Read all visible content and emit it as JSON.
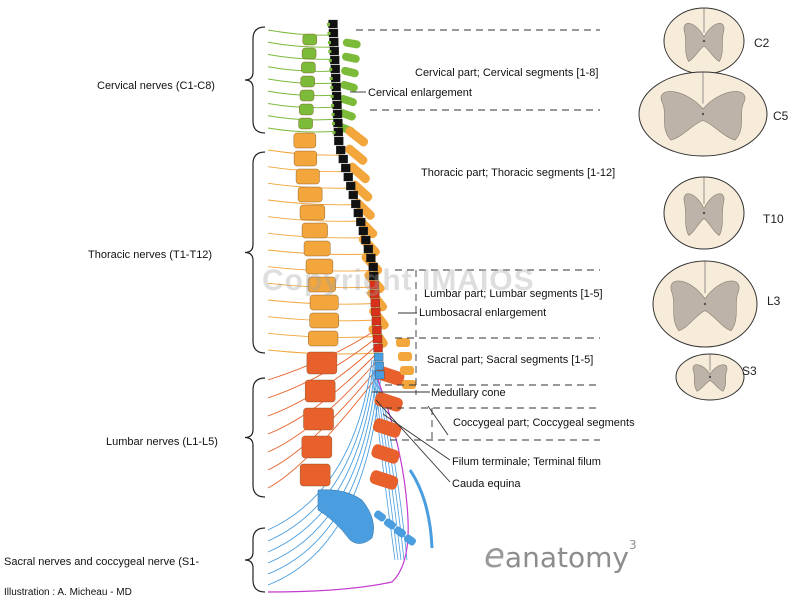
{
  "nerve_groups": [
    {
      "key": "cervical",
      "label": "Cervical nerves (C1-C8)"
    },
    {
      "key": "thoracic",
      "label": "Thoracic nerves (T1-T12)"
    },
    {
      "key": "lumbar",
      "label": "Lumbar nerves (L1-L5)"
    },
    {
      "key": "sacral",
      "label": "Sacral nerves and coccygeal nerve (S1-"
    }
  ],
  "annotations": [
    {
      "key": "cervical_part",
      "label": "Cervical part; Cervical segments [1-8]"
    },
    {
      "key": "cervical_enlargement",
      "label": "Cervical enlargement"
    },
    {
      "key": "thoracic_part",
      "label": "Thoracic part; Thoracic segments [1-12]"
    },
    {
      "key": "lumbar_part",
      "label": "Lumbar part; Lumbar segments [1-5]"
    },
    {
      "key": "lumbosacral_enlargement",
      "label": "Lumbosacral enlargement"
    },
    {
      "key": "sacral_part",
      "label": "Sacral part; Sacral segments  [1-5]"
    },
    {
      "key": "medullary_cone",
      "label": "Medullary cone"
    },
    {
      "key": "coccygeal_part",
      "label": "Coccygeal part; Coccygeal segments"
    },
    {
      "key": "filum_terminale",
      "label": "Filum terminale; Terminal filum"
    },
    {
      "key": "cauda_equina",
      "label": "Cauda equina"
    }
  ],
  "cross_sections": [
    {
      "key": "c2",
      "label": "C2"
    },
    {
      "key": "c5",
      "label": "C5"
    },
    {
      "key": "t10",
      "label": "T10"
    },
    {
      "key": "l3",
      "label": "L3"
    },
    {
      "key": "s3",
      "label": "S3"
    }
  ],
  "watermark": "Copyright IMAIOS",
  "logo": {
    "prefix": "e",
    "text": "anatomy",
    "superscript": "3"
  },
  "credit": "Illustration : A. Micheau - MD",
  "colors": {
    "cervical": "#7cba3a",
    "thoracic": "#f2a63c",
    "lumbar": "#e8612c",
    "lumbar_cord": "#d9301c",
    "sacral": "#4a9ee0",
    "coccygeal": "#c43bd0",
    "cord": "#111111",
    "section_fill": "#f7ecd9",
    "grey_matter": "#bdb3a8"
  }
}
